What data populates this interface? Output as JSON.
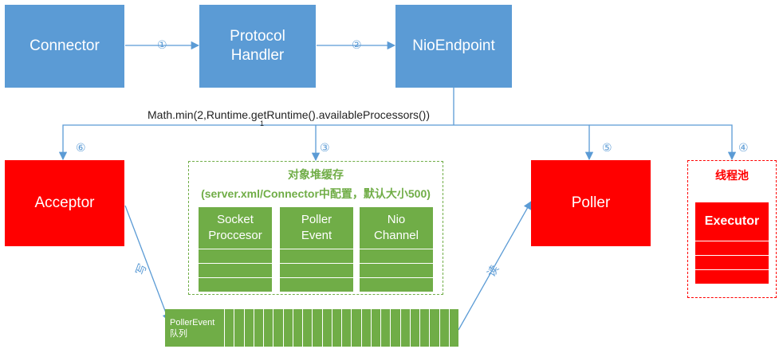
{
  "nodes": {
    "connector": "Connector",
    "protocol_handler": "Protocol\nHandler",
    "nio_endpoint": "NioEndpoint",
    "acceptor": "Acceptor",
    "poller": "Poller"
  },
  "method_call": "Math.min(2,Runtime.getRuntime().availableProcessors())",
  "cache": {
    "title": "对象堆缓存",
    "subtitle": "(server.xml/Connector中配置，默认大小500)",
    "columns": [
      "Socket\nProccesor",
      "Poller\nEvent",
      "Nio\nChannel"
    ]
  },
  "pool": {
    "title": "线程池",
    "executor": "Executor"
  },
  "queue": {
    "line1": "PollerEvent",
    "line2": "队列"
  },
  "edge_labels": {
    "e1": "①",
    "e2": "②",
    "e3": "③",
    "e4": "④",
    "e5": "⑤",
    "e6": "⑥",
    "write": "写",
    "read": "读",
    "one": "1"
  },
  "colors": {
    "blue": "#5b9bd5",
    "red": "#ff0000",
    "green": "#70ad47"
  }
}
